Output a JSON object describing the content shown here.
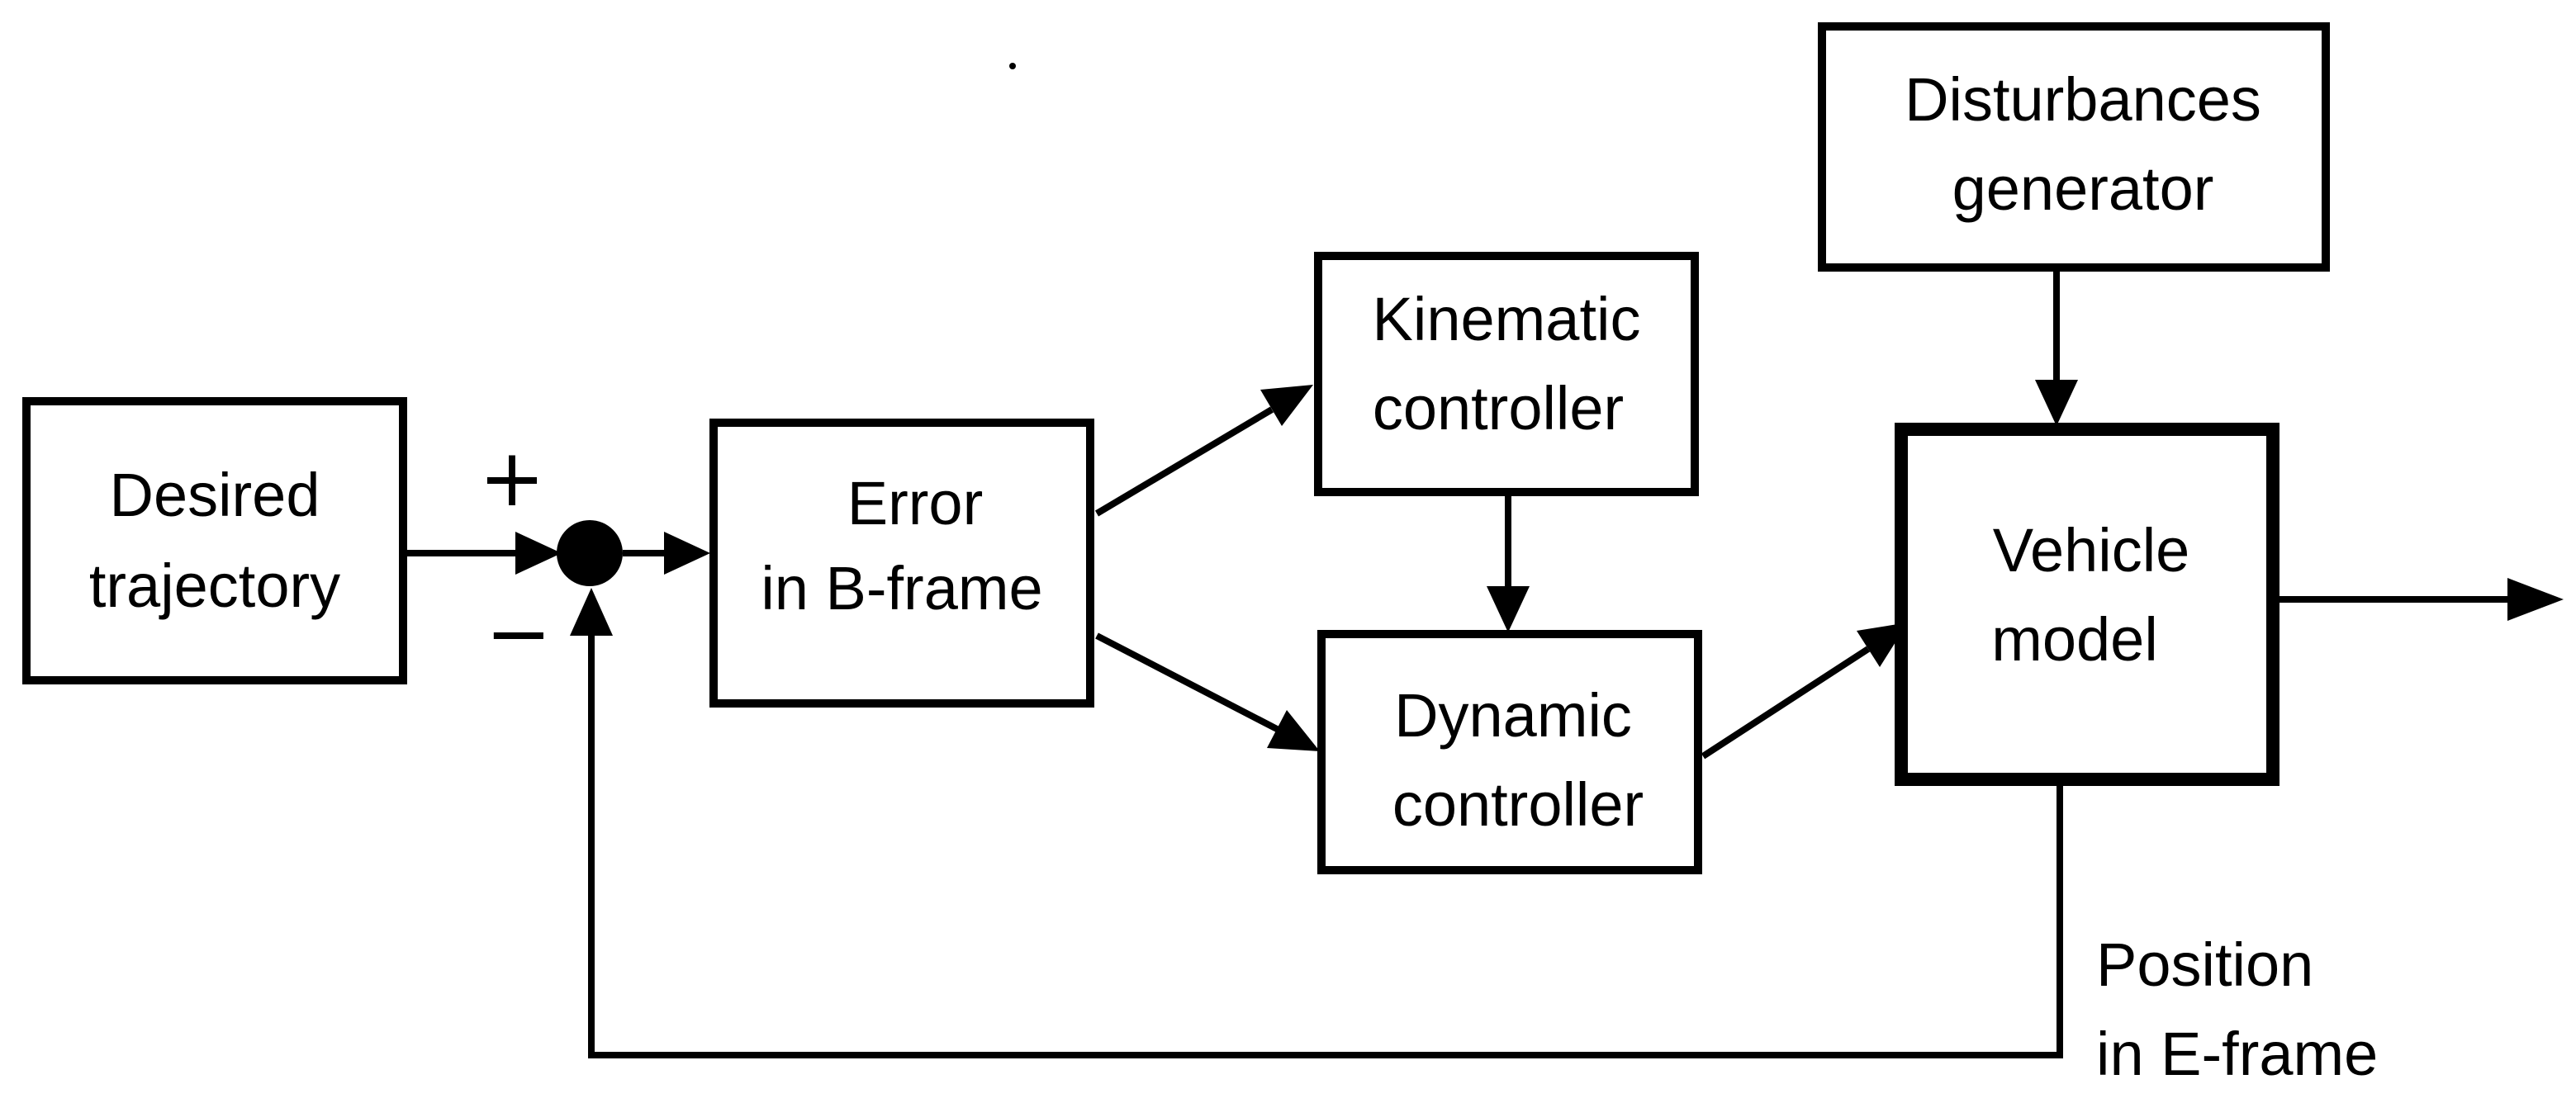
{
  "blocks": {
    "desired_trajectory": {
      "line1": "Desired",
      "line2": "trajectory"
    },
    "error": {
      "line1": "Error",
      "line2": "in B-frame"
    },
    "kinematic": {
      "line1": "Kinematic",
      "line2": "controller"
    },
    "dynamic": {
      "line1": "Dynamic",
      "line2": "controller"
    },
    "disturbances": {
      "line1": "Disturbances",
      "line2": "generator"
    },
    "vehicle": {
      "line1": "Vehicle",
      "line2": "model"
    }
  },
  "summing_junction": {
    "plus": "+",
    "minus": "−"
  },
  "feedback": {
    "line1": "Position",
    "line2": "in E-frame"
  },
  "colors": {
    "stroke": "#000000",
    "background": "#ffffff"
  }
}
